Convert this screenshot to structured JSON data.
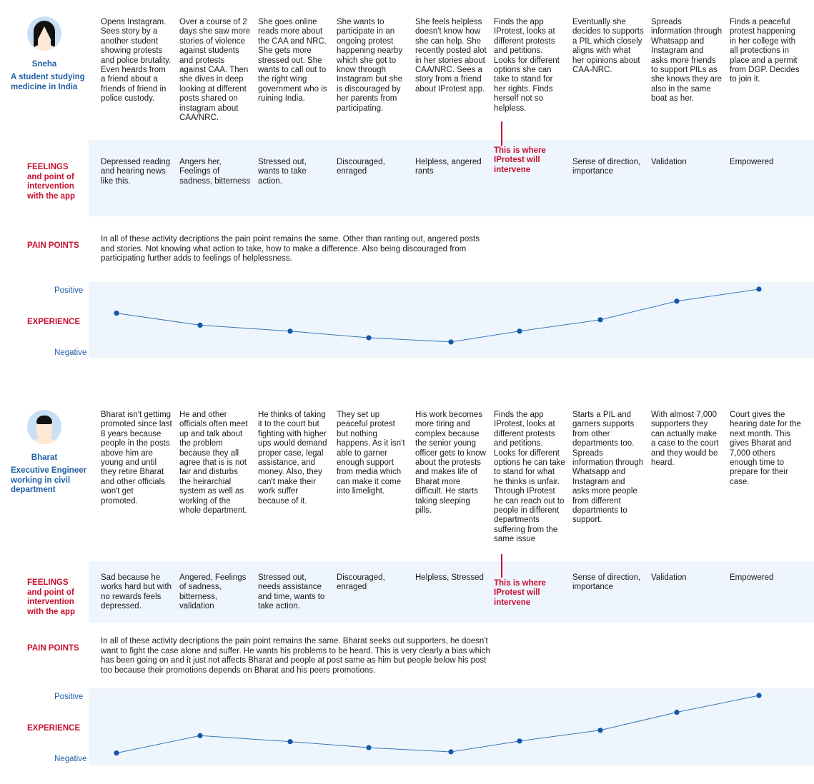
{
  "personas": [
    {
      "name": "Sneha",
      "role": "A student studying medicine in India",
      "activities": [
        "Opens Instagram. Sees story by a another student showing protests and police brutality. Even heards from a friend about a friends of friend in police custody.",
        "Over a course of 2 days she saw more stories of violence against students and protests against CAA. Then she dives in deep looking at different posts shared on instagram about CAA/NRC.",
        "She goes online reads more about the CAA and NRC. She gets more stressed out. She wants to call out to the right wing government who is ruining India.",
        "She wants to participate in an ongoing protest happening nearby which she got to know through Instagram but she is discouraged by her parents from participating.",
        "She feels helpless doesn't know how she can help. She recently posted alot in her stories about CAA/NRC. Sees a story from a friend about IProtest app.",
        "Finds the app IProtest, looks at different protests and petitions. Looks for different options she can take to stand for her rights. Finds herself not so helpless.",
        "Eventually she decides to supports a PIL which closely aligns with what her opinions about CAA-NRC.",
        "Spreads information through Whatsapp and Instagram and asks more friends to support PILs as she knows they are also in the same boat as her.",
        "Finds a peaceful protest happening in her college with all protections in place and a permit from DGP. Decides to join it."
      ],
      "feelings_label": "FEELINGS and point of intervention with the app",
      "feelings": [
        "Depressed reading and hearing news like this.",
        "Angers her, Feelings of sadness, bitterness",
        "Stressed out, wants to take action.",
        "Discouraged, enraged",
        "Helpless, angered rants",
        "This is where IProtest will intervene",
        "Sense of direction, importance",
        "Validation",
        "Empowered"
      ],
      "pain_label": "PAIN POINTS",
      "pain": "In all of these activity decriptions the pain point remains the same. Other than ranting out, angered posts and stories. Not knowing what action to take, how to make a difference. Also being discouraged from participating further adds to feelings of helplessness.",
      "experience_label": "EXPERIENCE",
      "positive_label": "Positive",
      "negative_label": "Negative",
      "experience_values": [
        0.6,
        0.4,
        0.3,
        0.19,
        0.12,
        0.3,
        0.49,
        0.8,
        1.0
      ]
    },
    {
      "name": "Bharat",
      "role": "Executive Engineer working in civil department",
      "activities": [
        "Bharat isn't gettimg promoted since last 8 years because people in the posts above him are young and until they retire Bharat and other officials won't get promoted.",
        "He and other officials often meet up and talk about the problem because they all agree that is is not fair and disturbs the heirarchial system as well as working of the whole department.",
        "He thinks of taking it to the court but fighting with higher ups would demand proper case, legal assistance, and money. Also, they can't make their work suffer because of it.",
        "They set up peaceful protest but nothing happens. As it isn't able to garner enough support from media which can make it come into limelight.",
        "His work becomes more tiring and complex because the senior young officer gets to know about the protests and makes life of Bharat more difficult. He starts taking sleeping pills.",
        "Finds the app IProtest, looks at different protests and petitions. Looks for different options he can take to stand for what he thinks is unfair. Through IProtest he can reach out to people in different departments suffering from the same issue",
        "Starts a PIL and garners supports from other departments too. Spreads information through Whatsapp and Instagram and asks more people from different departments to support.",
        "With almost 7,000 supporters they can actually make a case to the court and they would be heard.",
        "Court gives the hearing date for the next month. This gives Bharat and 7,000 others enough time to prepare for their case."
      ],
      "feelings_label": "FEELINGS and point of intervention with the app",
      "feelings": [
        "Sad because he works hard but with no rewards feels depressed.",
        "Angered, Feelings of sadness, bitterness, validation",
        "Stressed out, needs assistance and time, wants to take action.",
        "Discouraged, enraged",
        "Helpless, Stressed",
        "This is where IProtest will intervene",
        "Sense of direction, importance",
        "Validation",
        "Empowered"
      ],
      "pain_label": "PAIN POINTS",
      "pain": "In all of these activity decriptions the pain point remains the same. Bharat seeks out supporters, he doesn't want to fight the case alone and suffer. He wants his problems to be heard. This is very clearly a bias which has been going on and it just not affects Bharat and people at post same as him but people below his post too because their promotions depends on Bharat and his peers promotions.",
      "experience_label": "EXPERIENCE",
      "positive_label": "Positive",
      "negative_label": "Negative",
      "experience_values": [
        0.04,
        0.33,
        0.23,
        0.13,
        0.06,
        0.24,
        0.42,
        0.72,
        1.0
      ]
    }
  ],
  "colors": {
    "band": "#eef5fd",
    "accent_red": "#c8102e",
    "accent_blue": "#1f5fa6",
    "line": "#3a78b8",
    "point": "#1457a8"
  }
}
